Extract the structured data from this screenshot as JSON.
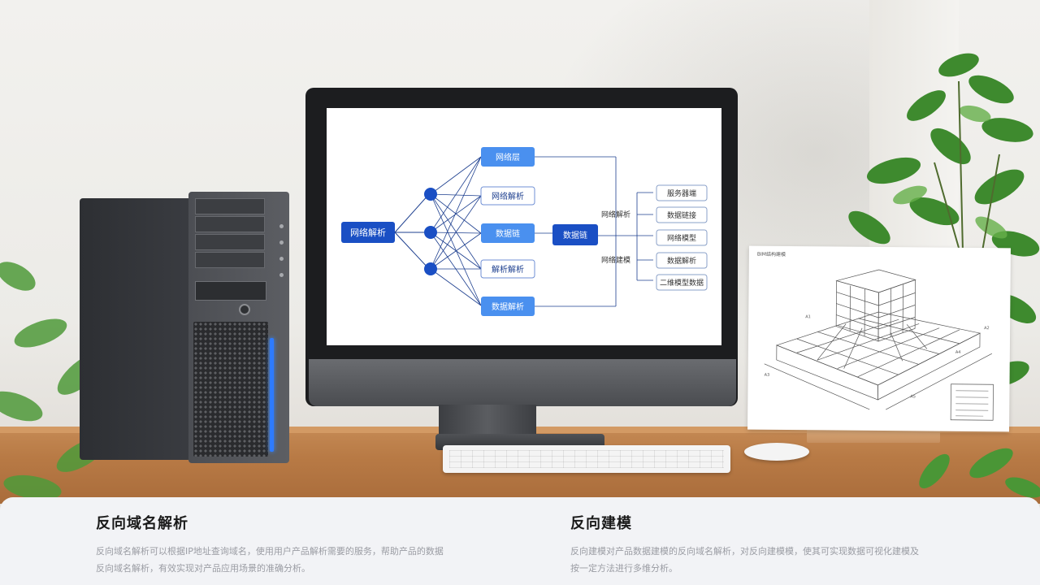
{
  "screen_diagram": {
    "root": "网络解析",
    "top_node": "网络层",
    "middle_nodes": [
      "网络解析",
      "数据链",
      "解析解析"
    ],
    "bottom_node": "数据解析",
    "hub": "数据链",
    "branch_labels": [
      "网络解析",
      "网络建模"
    ],
    "right_items": [
      "服务器端",
      "数据链接",
      "网络模型",
      "数据解析",
      "二维模型数据"
    ]
  },
  "drawing_board": {
    "header": "BIM结构建模",
    "labels": [
      "A1",
      "A2",
      "A3",
      "A4",
      "A5"
    ]
  },
  "features": [
    {
      "title": "反向域名解析",
      "desc_line1": "反向域名解析可以根据IP地址查询域名，使用用户产品解析需要的服务，帮助产品的数据",
      "desc_line2": "反向域名解析，有效实现对产品应用场景的准确分析。"
    },
    {
      "title": "反向建模",
      "desc_line1": "反向建模对产品数据建模的反向域名解析，对反向建模模，使其可实现数据可视化建模及",
      "desc_line2": "按一定方法进行多维分析。"
    }
  ],
  "colors": {
    "accent_dark": "#1a4fc4",
    "accent_light": "#4a90ef",
    "panel_bg": "#f2f3f6"
  }
}
